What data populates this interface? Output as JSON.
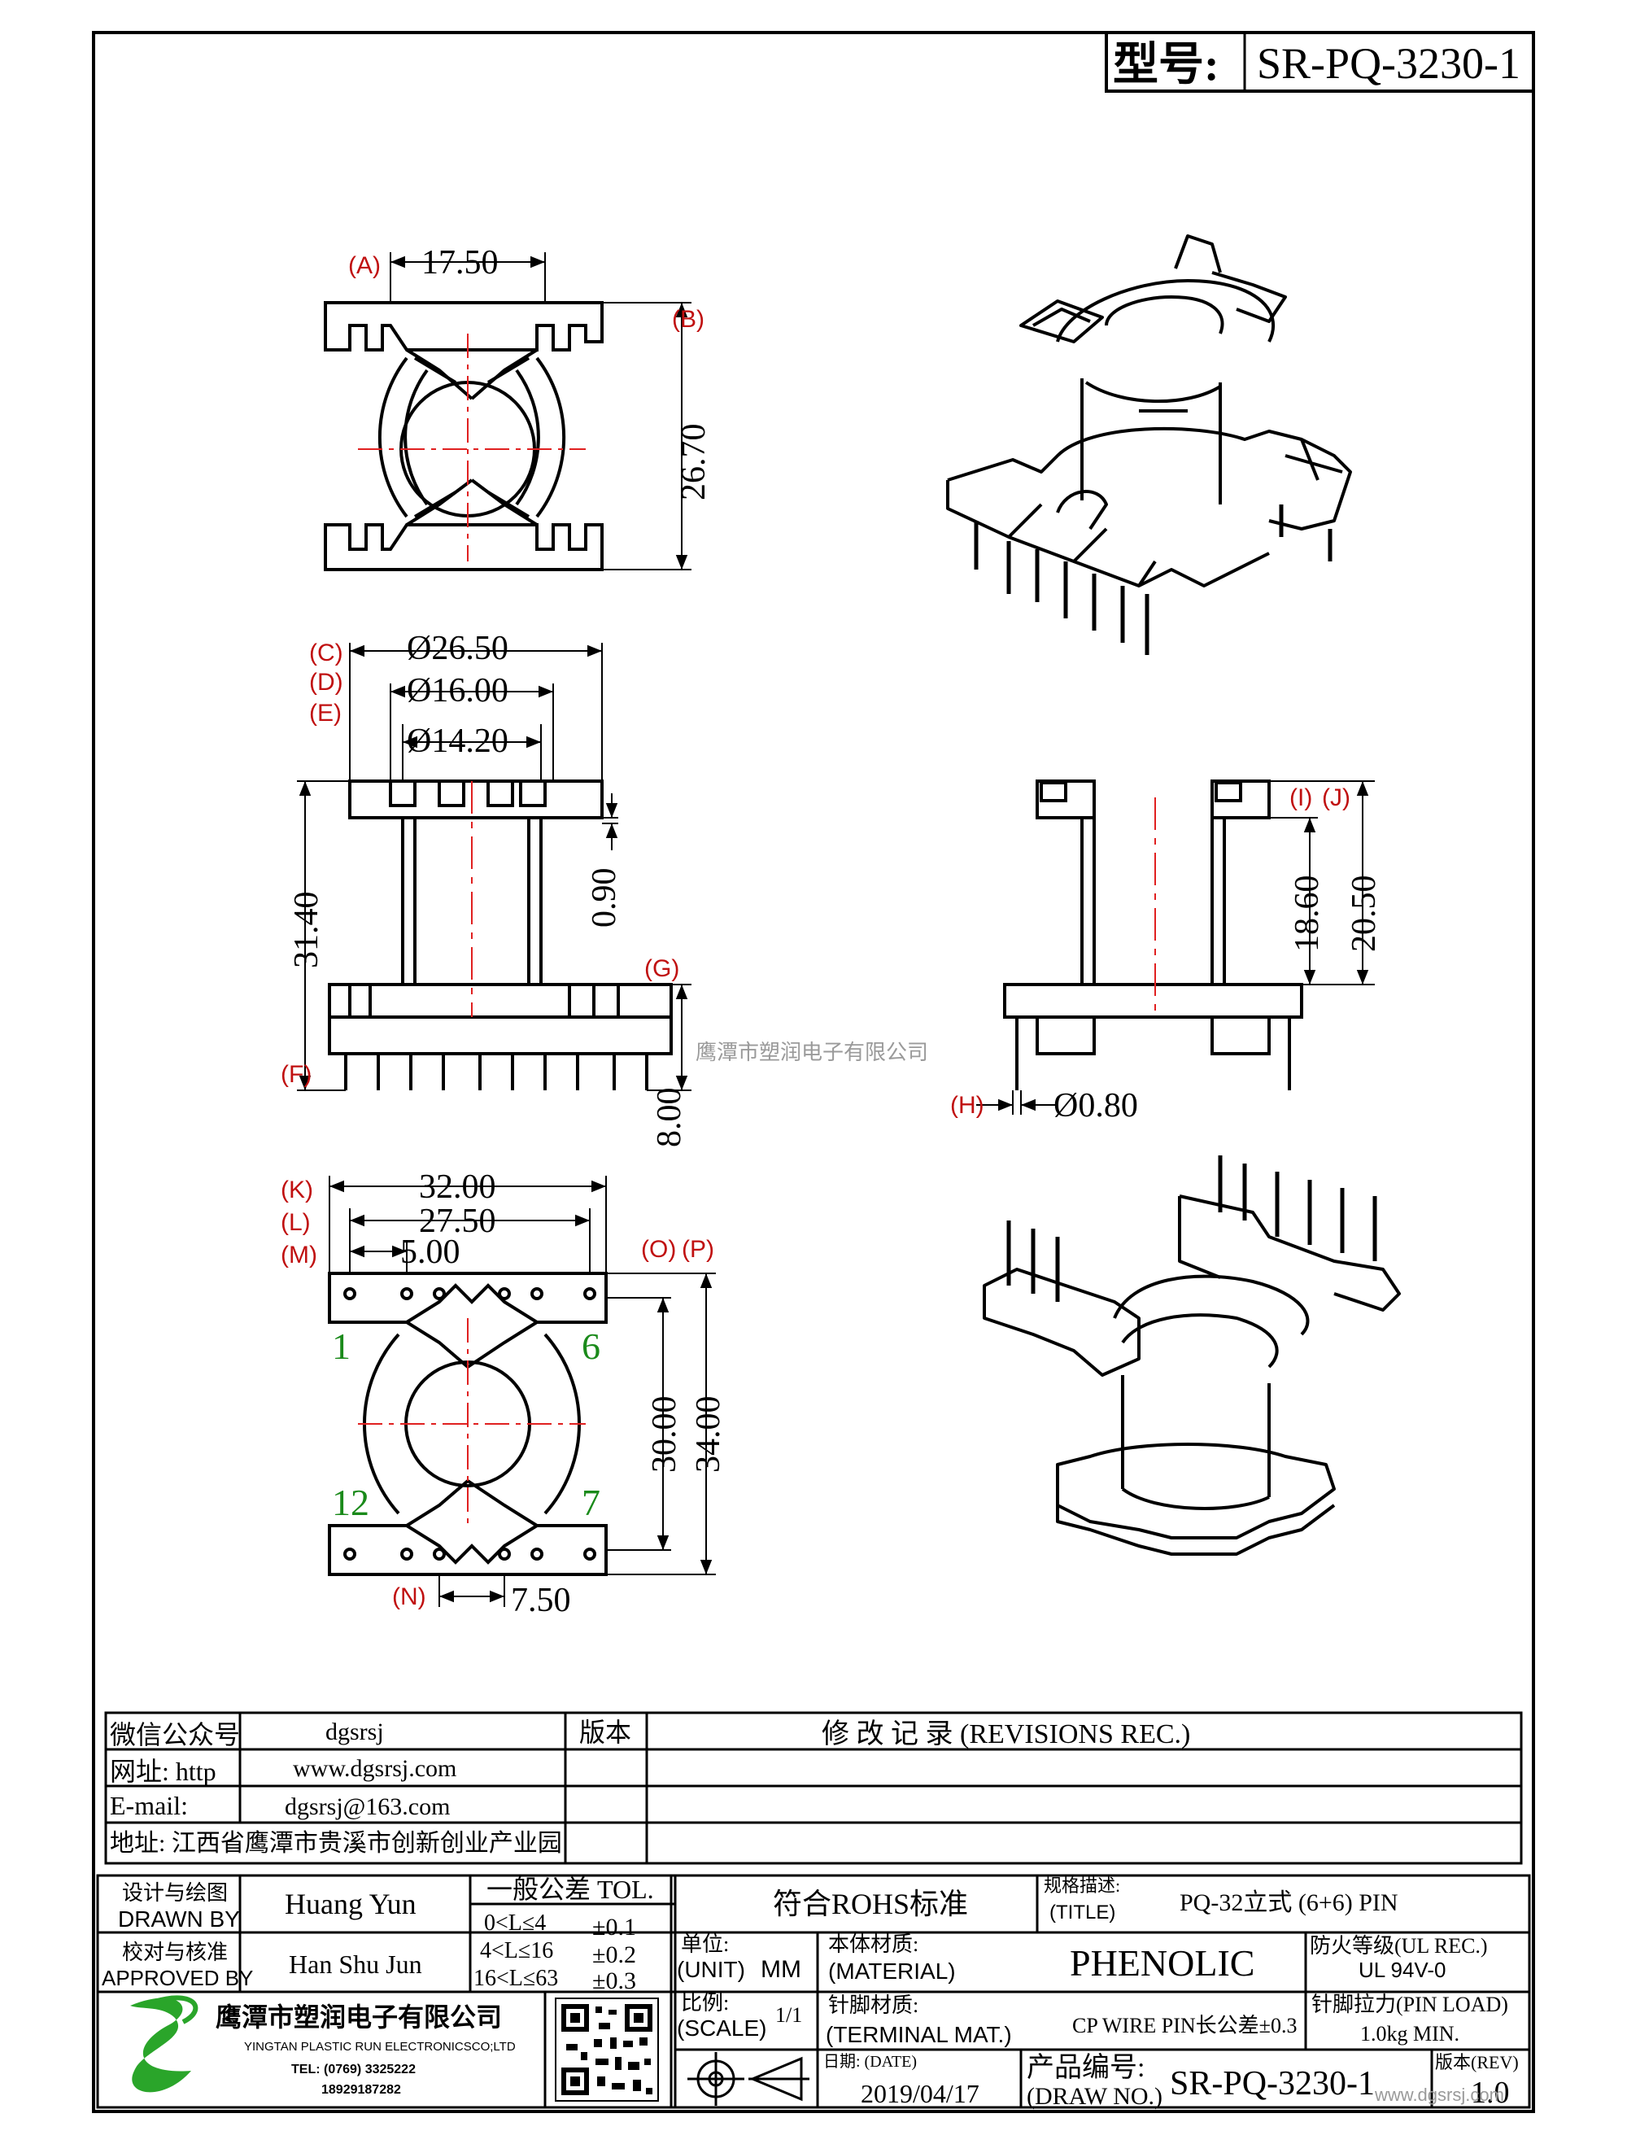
{
  "header": {
    "model_label": "型号:",
    "model_value": "SR-PQ-3230-1"
  },
  "dims": {
    "A": "(A)",
    "B": "(B)",
    "C": "(C)",
    "D": "(D)",
    "E": "(E)",
    "F": "(F)",
    "G": "(G)",
    "H": "(H)",
    "I": "(I)",
    "J": "(J)",
    "K": "(K)",
    "L": "(L)",
    "M": "(M)",
    "N": "(N)",
    "O": "(O)",
    "P": "(P)",
    "v_17_50": "17.50",
    "v_26_70": "26.70",
    "v_26_50": "Ø26.50",
    "v_16_00": "Ø16.00",
    "v_14_20": "Ø14.20",
    "v_31_40": "31.40",
    "v_0_90": "0.90",
    "v_8_00": "8.00",
    "v_18_60": "18.60",
    "v_20_50": "20.50",
    "v_0_80": "Ø0.80",
    "v_32_00": "32.00",
    "v_27_50": "27.50",
    "v_5_00": "5.00",
    "v_30_00": "30.00",
    "v_34_00": "34.00",
    "v_7_50": "7.50"
  },
  "pins": {
    "p1": "1",
    "p6": "6",
    "p12": "12",
    "p7": "7"
  },
  "watermark": "鹰潭市塑润电子有限公司",
  "contact": {
    "wechat_label": "微信公众号",
    "wechat_value": "dgsrsj",
    "web_label": "网址: http",
    "web_value": "www.dgsrsj.com",
    "email_label": "E-mail:",
    "email_value": "dgsrsj@163.com",
    "address": "地址: 江西省鹰潭市贵溪市创新创业产业园"
  },
  "revisions": {
    "version_label": "版本",
    "title": "修 改 记 录 (REVISIONS REC.)"
  },
  "title_block": {
    "drawn_cn": "设计与绘图",
    "drawn_en": "DRAWN BY",
    "drawn_name": "Huang Yun",
    "approved_cn": "校对与核准",
    "approved_en": "APPROVED BY",
    "approved_name": "Han Shu Jun",
    "tol_title": "一般公差 TOL.",
    "tol_rows": [
      {
        "range": "0<L≤4",
        "value": "±0.1"
      },
      {
        "range": "4<L≤16",
        "value": "±0.2"
      },
      {
        "range": "16<L≤63",
        "value": "±0.3"
      }
    ],
    "rohs": "符合ROHS标准",
    "spec_cn": "规格描述:",
    "spec_en": "(TITLE)",
    "spec_value": "PQ-32立式 (6+6) PIN",
    "unit_cn": "单位:",
    "unit_en": "(UNIT)",
    "unit_value": "MM",
    "material_cn": "本体材质:",
    "material_en": "(MATERIAL)",
    "material_value": "PHENOLIC",
    "fire_cn": "防火等级(UL REC.)",
    "fire_value": "UL 94V-0",
    "scale_cn": "比例:",
    "scale_en": "(SCALE)",
    "scale_value": "1/1",
    "terminal_cn": "针脚材质:",
    "terminal_en": "(TERMINAL MAT.)",
    "terminal_value": "CP WIRE  PIN长公差±0.3",
    "pinload_cn": "针脚拉力(PIN LOAD)",
    "pinload_value": "1.0kg MIN.",
    "date_label": "日期: (DATE)",
    "date_value": "2019/04/17",
    "drawno_cn": "产品编号:",
    "drawno_en": "(DRAW NO.)",
    "drawno_value": "SR-PQ-3230-1",
    "rev_label": "版本(REV)",
    "rev_value": "1.0",
    "company_cn": "鹰潭市塑润电子有限公司",
    "company_en": "YINGTAN PLASTIC RUN ELECTRONICSCO;LTD",
    "tel": "TEL: (0769) 3325222",
    "mobile": "18929187282",
    "site_mark": "www.dgsrsj.com"
  },
  "colors": {
    "center_line": "#e02020",
    "pin_number": "#1a8a1a",
    "dim_tag": "#c01010",
    "logo_green": "#2aa52a"
  }
}
